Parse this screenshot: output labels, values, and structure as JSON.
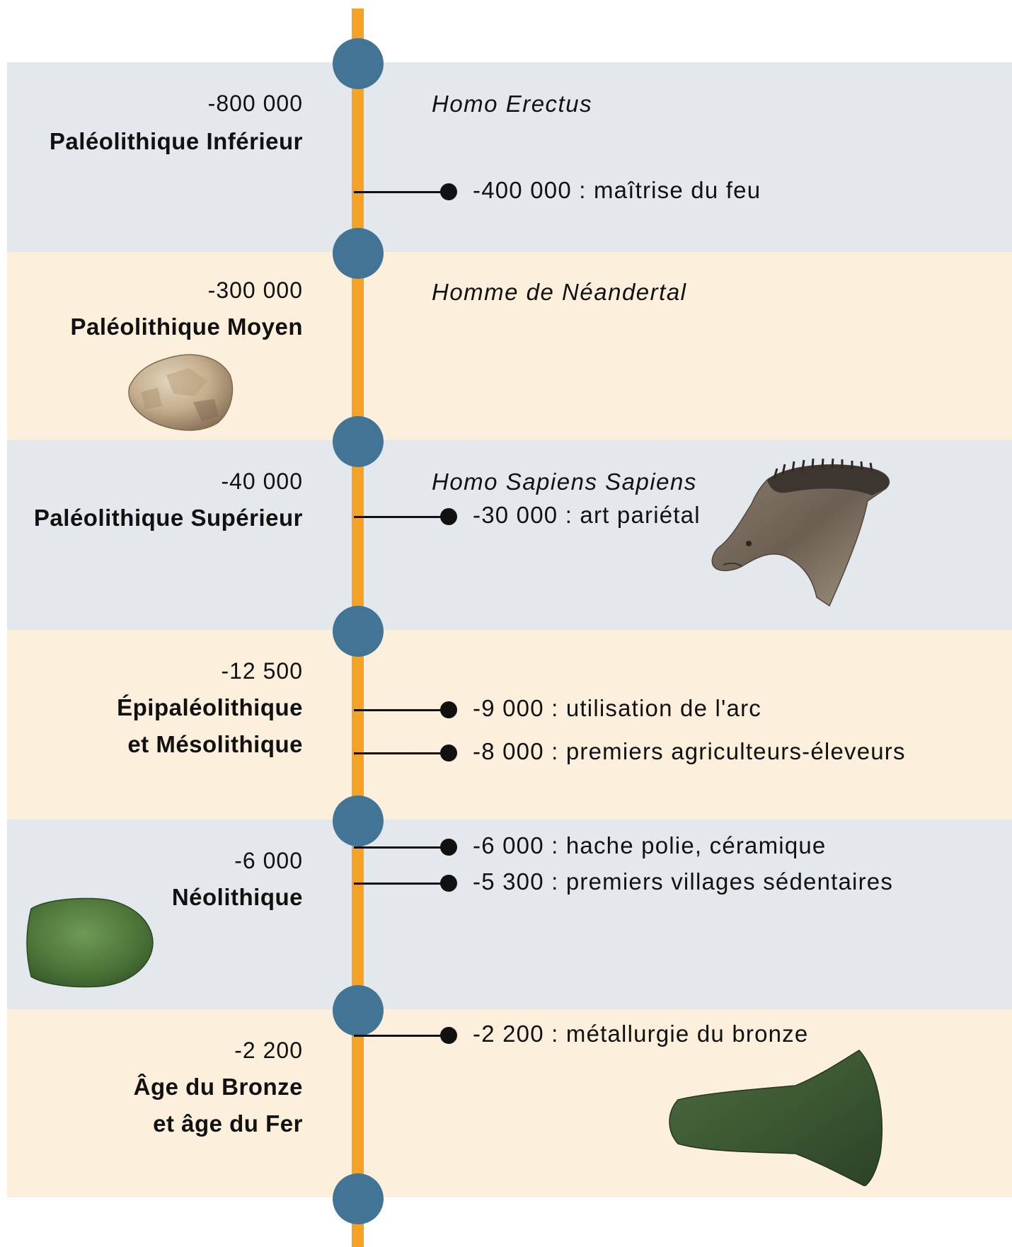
{
  "eras": [
    {
      "date": "-800 000",
      "name": [
        "Paléolithique Inférieur"
      ],
      "species": "Homo Erectus"
    },
    {
      "date": "-300 000",
      "name": [
        "Paléolithique Moyen"
      ],
      "species": "Homme de Néandertal"
    },
    {
      "date": "-40 000",
      "name": [
        "Paléolithique Supérieur"
      ],
      "species": "Homo Sapiens Sapiens"
    },
    {
      "date": "-12 500",
      "name": [
        "Épipaléolithique",
        "et Mésolithique"
      ],
      "species": ""
    },
    {
      "date": "-6 000",
      "name": [
        "Néolithique"
      ],
      "species": ""
    },
    {
      "date": "-2 200",
      "name": [
        "Âge du Bronze",
        "et âge du Fer"
      ],
      "species": ""
    }
  ],
  "events": [
    {
      "text": "-400 000 : maîtrise du feu"
    },
    {
      "text": "-30 000 : art pariétal"
    },
    {
      "text": "-9 000 : utilisation de l'arc"
    },
    {
      "text": "-8 000 : premiers agriculteurs-éleveurs"
    },
    {
      "text": "-6 000 : hache polie, céramique"
    },
    {
      "text": "-5 300 : premiers villages sédentaires"
    },
    {
      "text": "-2 200 : métallurgie du bronze"
    }
  ],
  "illustrations": [
    {
      "icon": "flint-stone-icon"
    },
    {
      "icon": "horse-head-painting-icon"
    },
    {
      "icon": "polished-axe-icon"
    },
    {
      "icon": "bronze-axe-icon"
    }
  ],
  "colors": {
    "band_blue": "#e2e8ec",
    "band_cream": "#fcefdc",
    "timeline_line": "#f5a225",
    "node": "#427595",
    "event_marker": "#111111"
  }
}
